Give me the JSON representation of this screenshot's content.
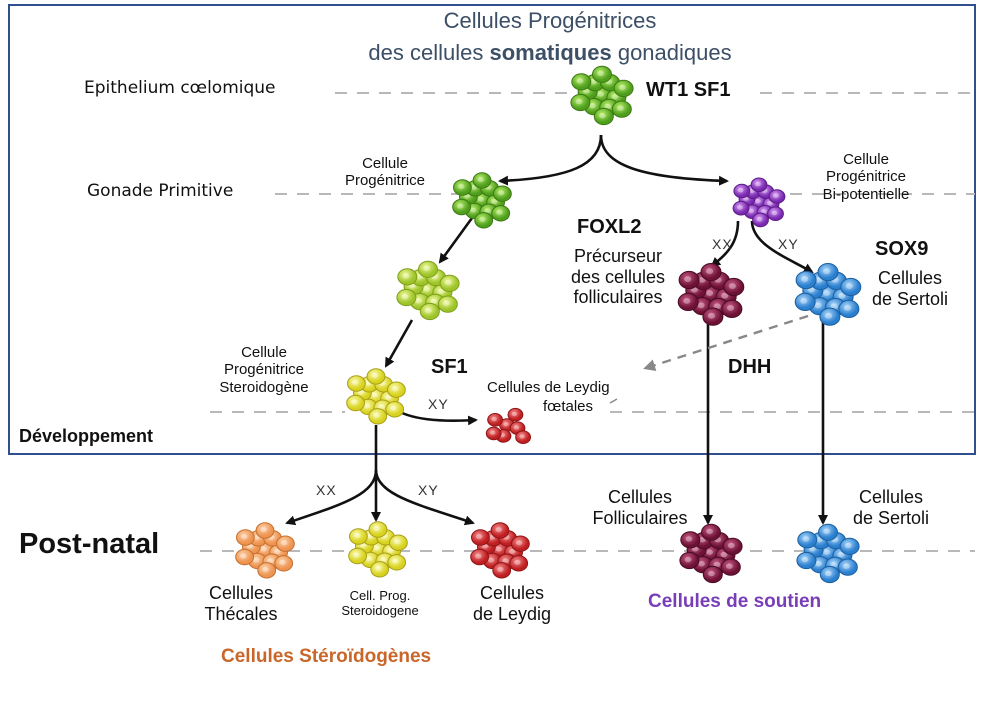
{
  "title": {
    "line1": "Cellules Progénitrices",
    "line2_prefix": "des cellules ",
    "line2_bold": "somatiques",
    "line2_suffix": " gonadiques"
  },
  "stages": {
    "epithelium": "Epithelium cœlomique",
    "gonade": "Gonade Primitive",
    "developpement": "Développement",
    "postnatal": "Post-natal"
  },
  "genes": {
    "top": "WT1 SF1",
    "foxl2": "FOXL2",
    "sox9": "SOX9",
    "sf1": "SF1",
    "dhh": "DHH"
  },
  "chromosomes": {
    "xx": "XX",
    "xy": "XY"
  },
  "labels": {
    "cellule_prog_l1": "Cellule",
    "cellule_prog_l2": "Progénitrice",
    "bipot_l3": "Bi-potentielle",
    "precurseur_l1": "Précurseur",
    "precurseur_l2": "des cellules",
    "precurseur_l3": "folliculaires",
    "sertoli_l1": "Cellules",
    "sertoli_l2": "de Sertoli",
    "steroid_l3": "Steroidogène",
    "leydig_foet_l1": "Cellules  de Leydig",
    "leydig_foet_l2": "fœtales",
    "foll_l1": "Cellules",
    "foll_l2": "Folliculaires",
    "thecales_l1": "Cellules",
    "thecales_l2": "Thécales",
    "cellprog_l1": "Cell. Prog.",
    "cellprog_l2": "Steroidogene",
    "leydig_l1": "Cellules",
    "leydig_l2": "de Leydig"
  },
  "groups": {
    "steroidogenes": "Cellules Stéroïdogènes",
    "soutien": "Cellules de soutien"
  },
  "colors": {
    "box_border": "#2f4f8f",
    "green": "#6cbf2a",
    "purple": "#9b3fc9",
    "light_green": "#c9e23a",
    "yellow": "#ecea3a",
    "red": "#d62b2b",
    "maroon": "#8c1c48",
    "blue": "#3f95e0",
    "orange": "#f2a868",
    "steroid_text": "#c9662a",
    "soutien_text": "#7a3db8"
  },
  "icons": [
    "arrow-icon",
    "dashed-arrow-icon",
    "cell-cluster-icon"
  ]
}
